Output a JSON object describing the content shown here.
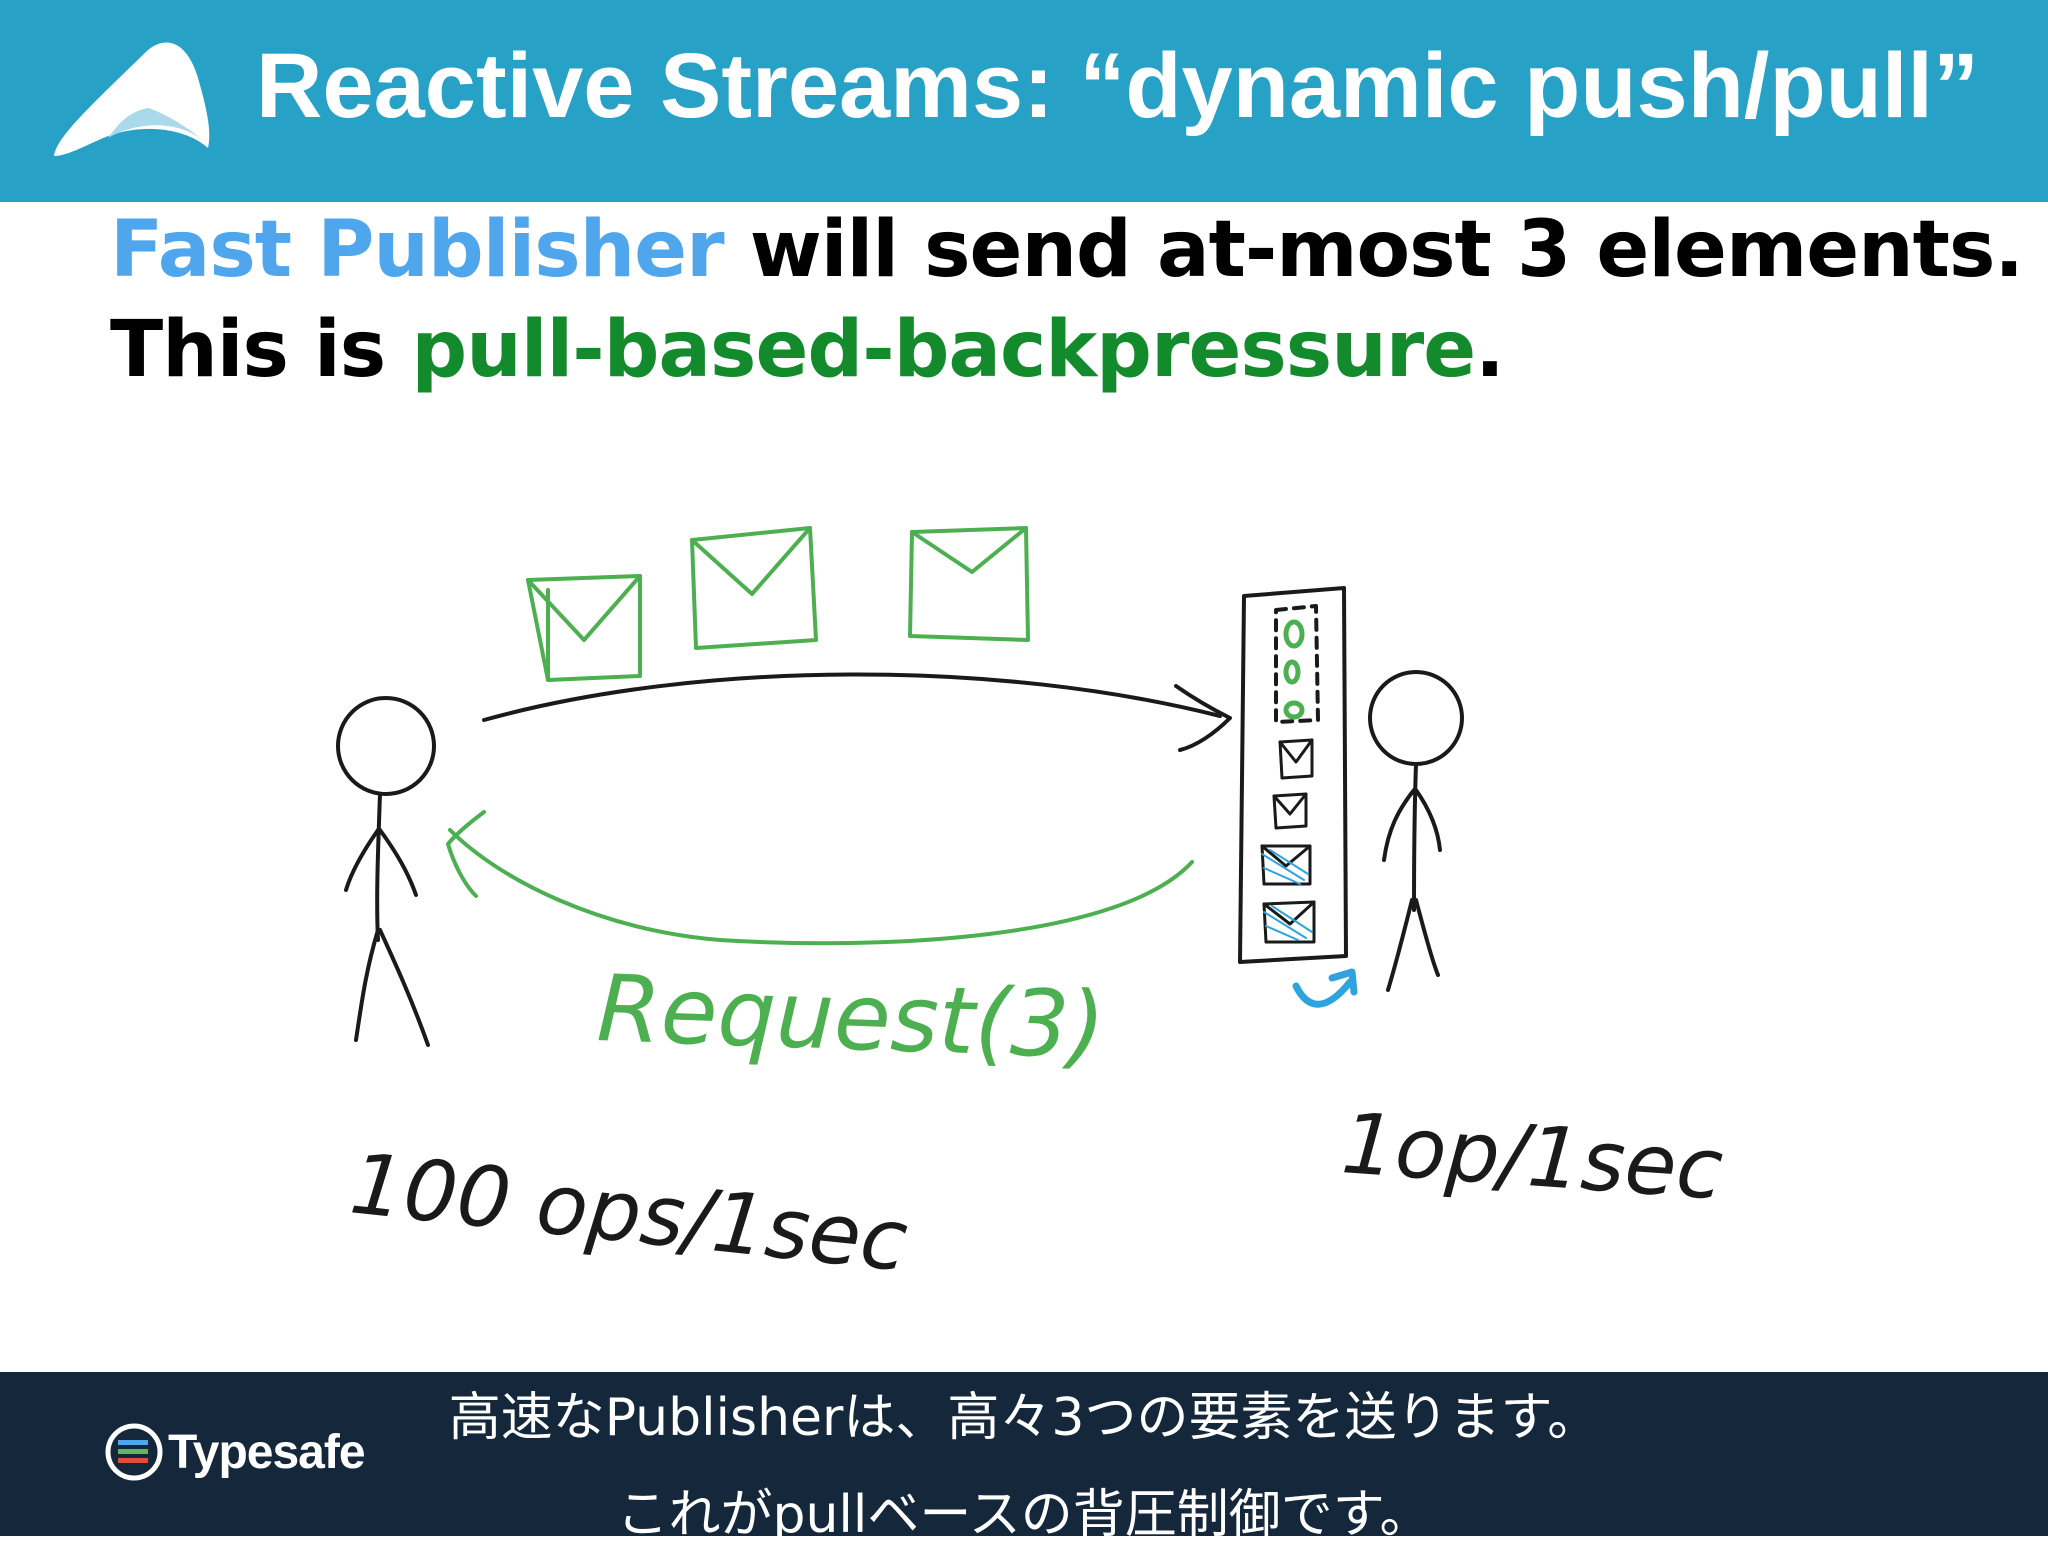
{
  "header": {
    "title": "Reactive Streams: “dynamic push/pull”",
    "logo_icon": "akka-logo-icon"
  },
  "subtitle": {
    "line1": {
      "highlight": "Fast Publisher",
      "rest": " will send at-most 3 elements."
    },
    "line2": {
      "prefix": "This is ",
      "highlight": "pull-based-backpressure",
      "suffix": "."
    }
  },
  "drawing": {
    "request_label": "Request(3)",
    "publisher_rate": "100 ops/1sec",
    "subscriber_rate": "1op/1sec"
  },
  "footer": {
    "brand": "Typesafe",
    "caption_line1": "高速なPublisherは、高々3つの要素を送ります。",
    "caption_line2": "これがpullベースの背圧制御です。"
  },
  "colors": {
    "header_bg": "#27a1c6",
    "footer_bg": "#15273a",
    "accent_blue": "#4fa6ec",
    "accent_green": "#138a2b",
    "sketch_green": "#4caf50"
  }
}
